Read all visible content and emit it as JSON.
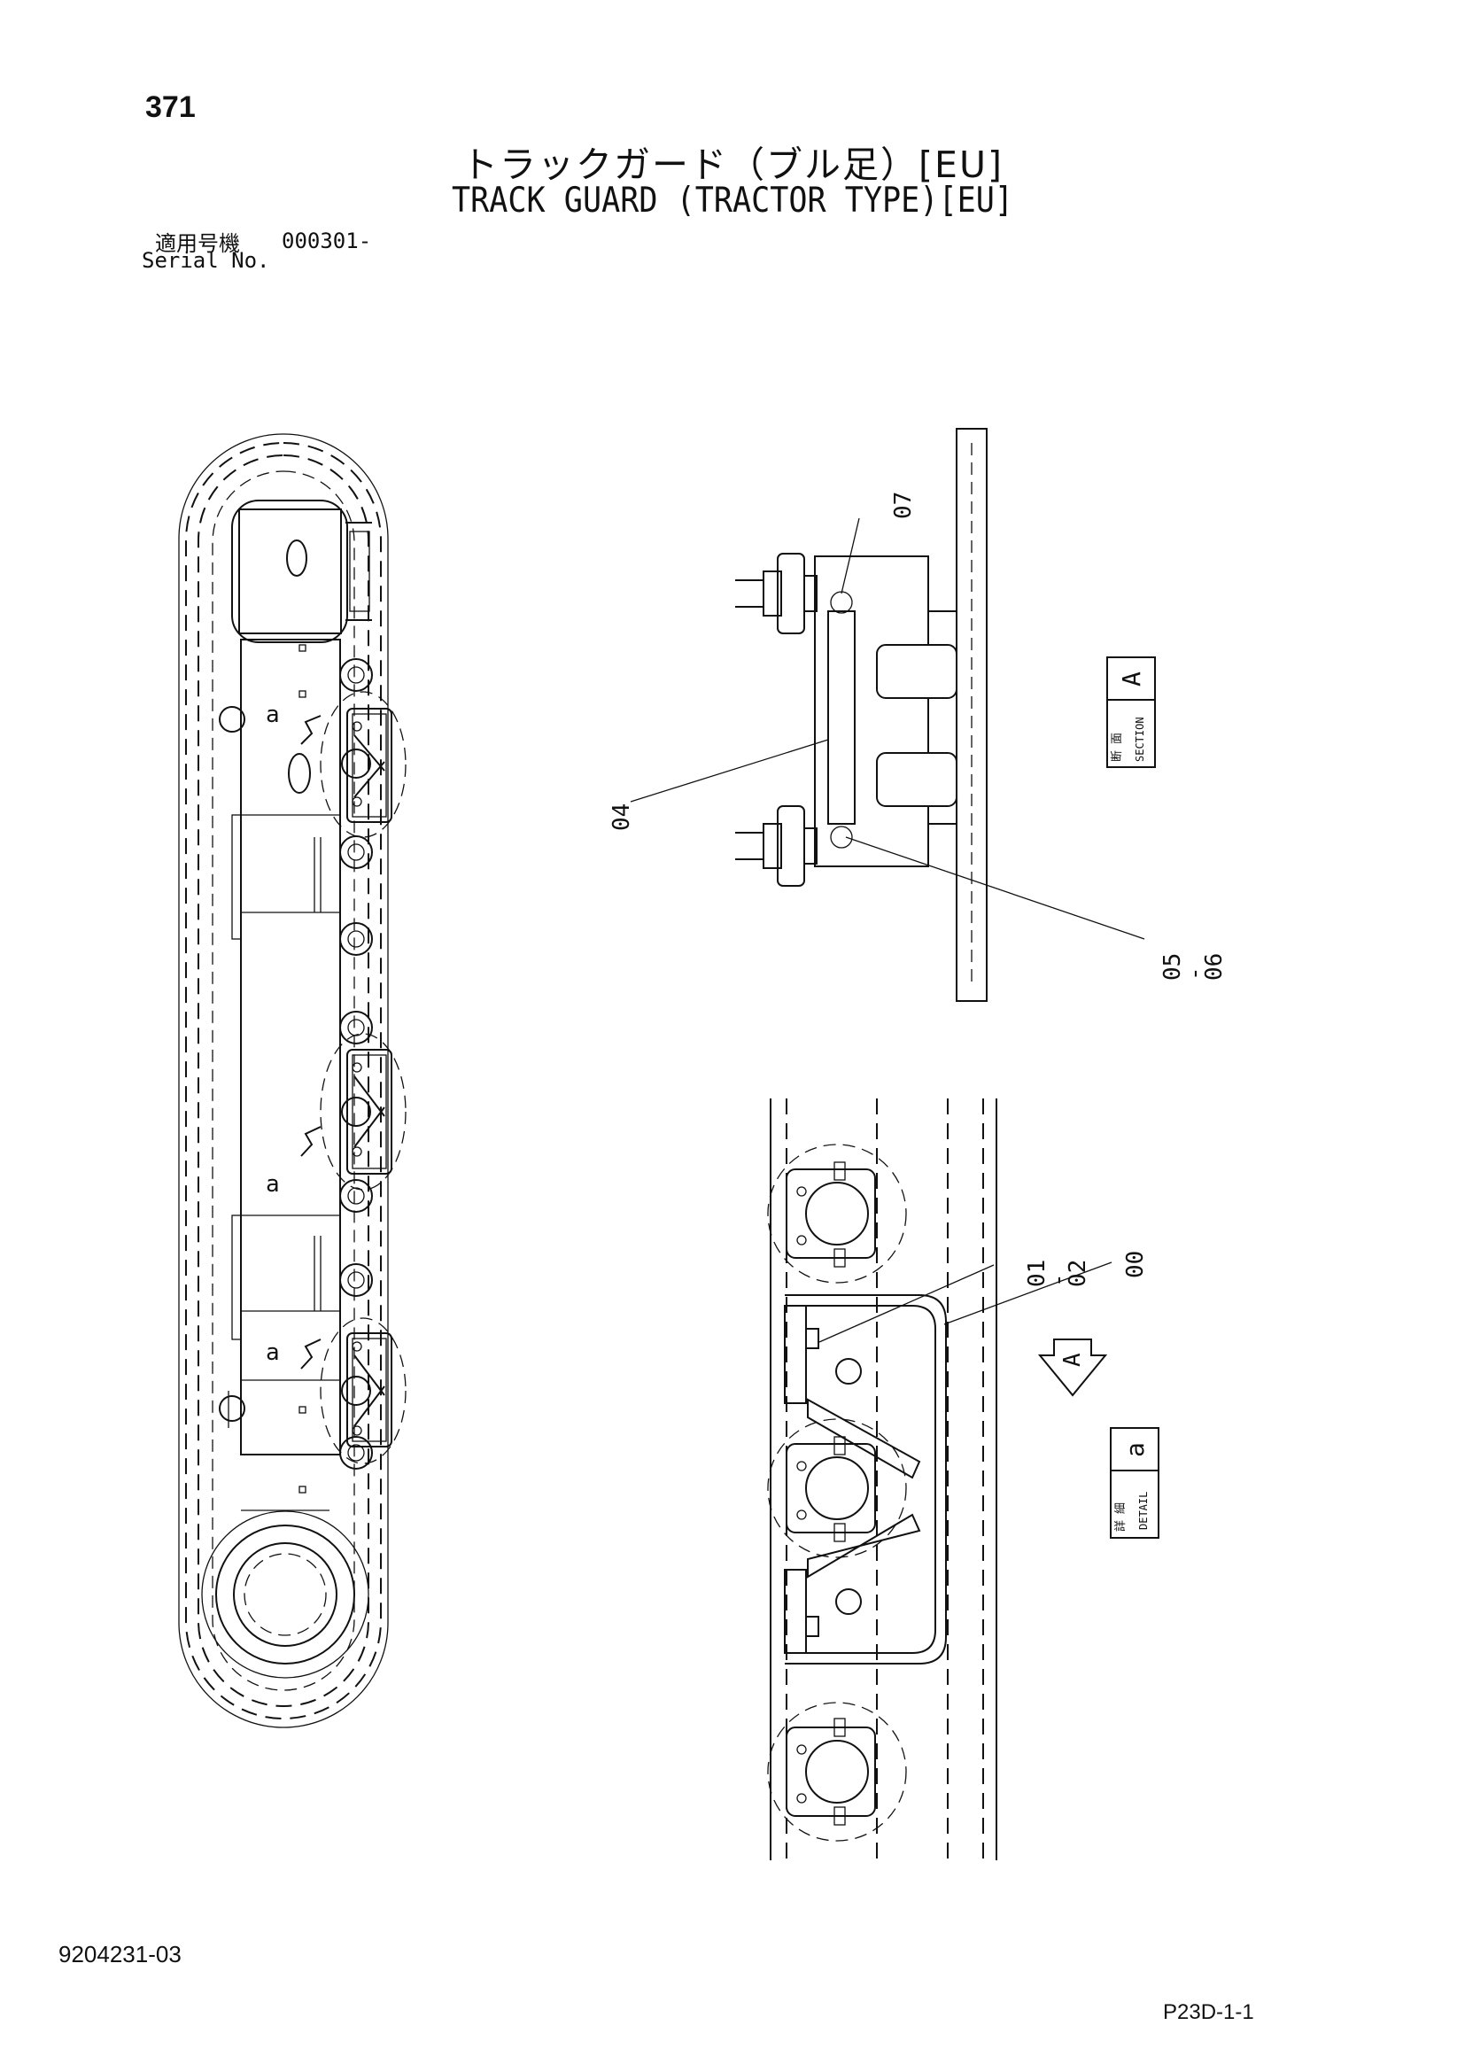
{
  "header": {
    "page_number": "371",
    "title_jp": "トラックガード（ブル足）[EU]",
    "title_en": "TRACK GUARD (TRACTOR TYPE)[EU]",
    "serial_label_jp": "適用号機",
    "serial_value": "000301-",
    "serial_label_en": "Serial No."
  },
  "section_tag": {
    "jp_1": "断",
    "jp_2": "面",
    "en": "SECTION",
    "letter": "A"
  },
  "detail_tag": {
    "jp_1": "詳",
    "jp_2": "細",
    "en": "DETAIL",
    "letter": "a"
  },
  "callouts": {
    "c07": "07",
    "c04": "04",
    "c05": "05",
    "c06": "06",
    "c01": "01",
    "c02": "02",
    "c00": "00",
    "dash": "-",
    "a1": "a",
    "a2": "a",
    "a3": "a",
    "view_arrow": "A"
  },
  "footer": {
    "doc_number": "9204231-03",
    "page_code": "P23D-1-1"
  }
}
